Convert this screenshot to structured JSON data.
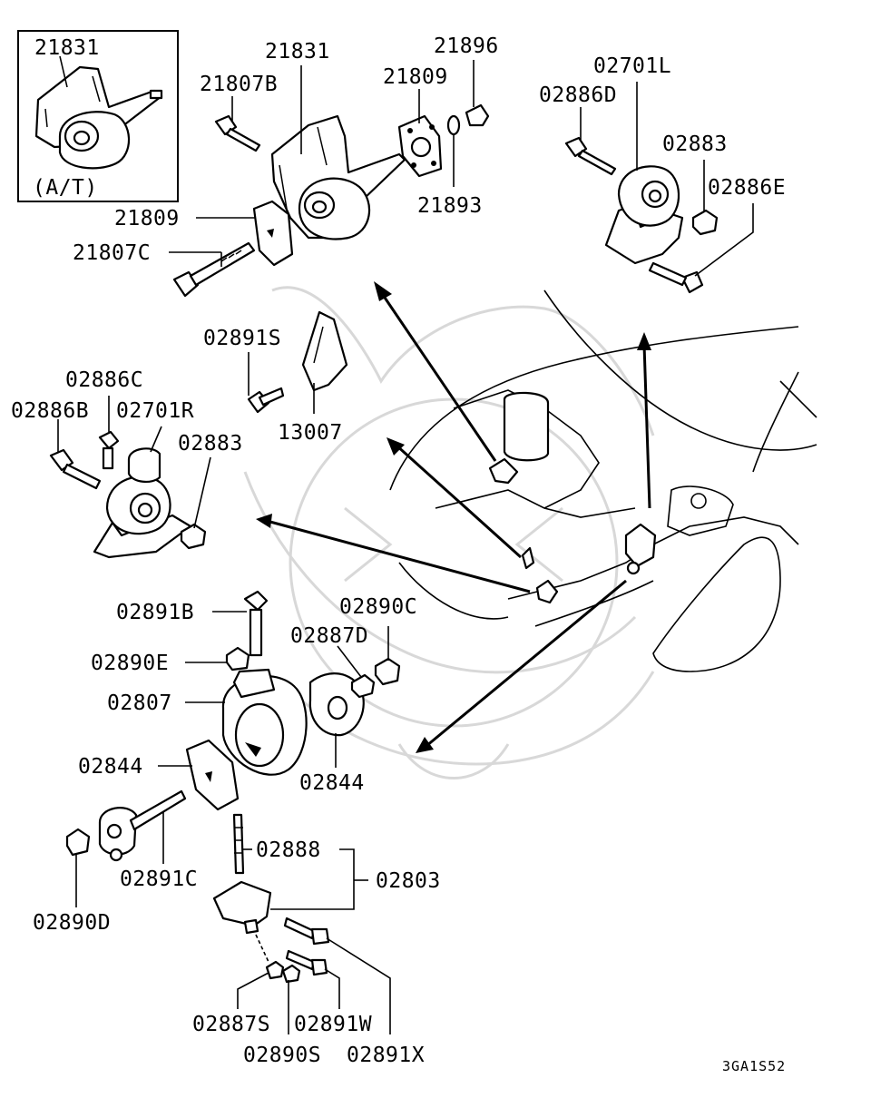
{
  "inset": {
    "part_no": "21831",
    "caption": "(A/T)"
  },
  "labels": {
    "p21831": "21831",
    "p21807B": "21807B",
    "p21896": "21896",
    "p21809_top": "21809",
    "p21893": "21893",
    "p21809_left": "21809",
    "p21807C": "21807C",
    "p02701L": "02701L",
    "p02886D": "02886D",
    "p02883_right": "02883",
    "p02886E": "02886E",
    "p02891S": "02891S",
    "p13007": "13007",
    "p02886C": "02886C",
    "p02886B": "02886B",
    "p02701R": "02701R",
    "p02883_left": "02883",
    "p02891B": "02891B",
    "p02890C": "02890C",
    "p02887D": "02887D",
    "p02890E": "02890E",
    "p02807": "02807",
    "p02844_left": "02844",
    "p02844_right": "02844",
    "p02888": "02888",
    "p02803": "02803",
    "p02891C": "02891C",
    "p02890D": "02890D",
    "p02887S": "02887S",
    "p02891W": "02891W",
    "p02890S": "02890S",
    "p02891X": "02891X"
  },
  "diagram_code": "3GA1S52"
}
